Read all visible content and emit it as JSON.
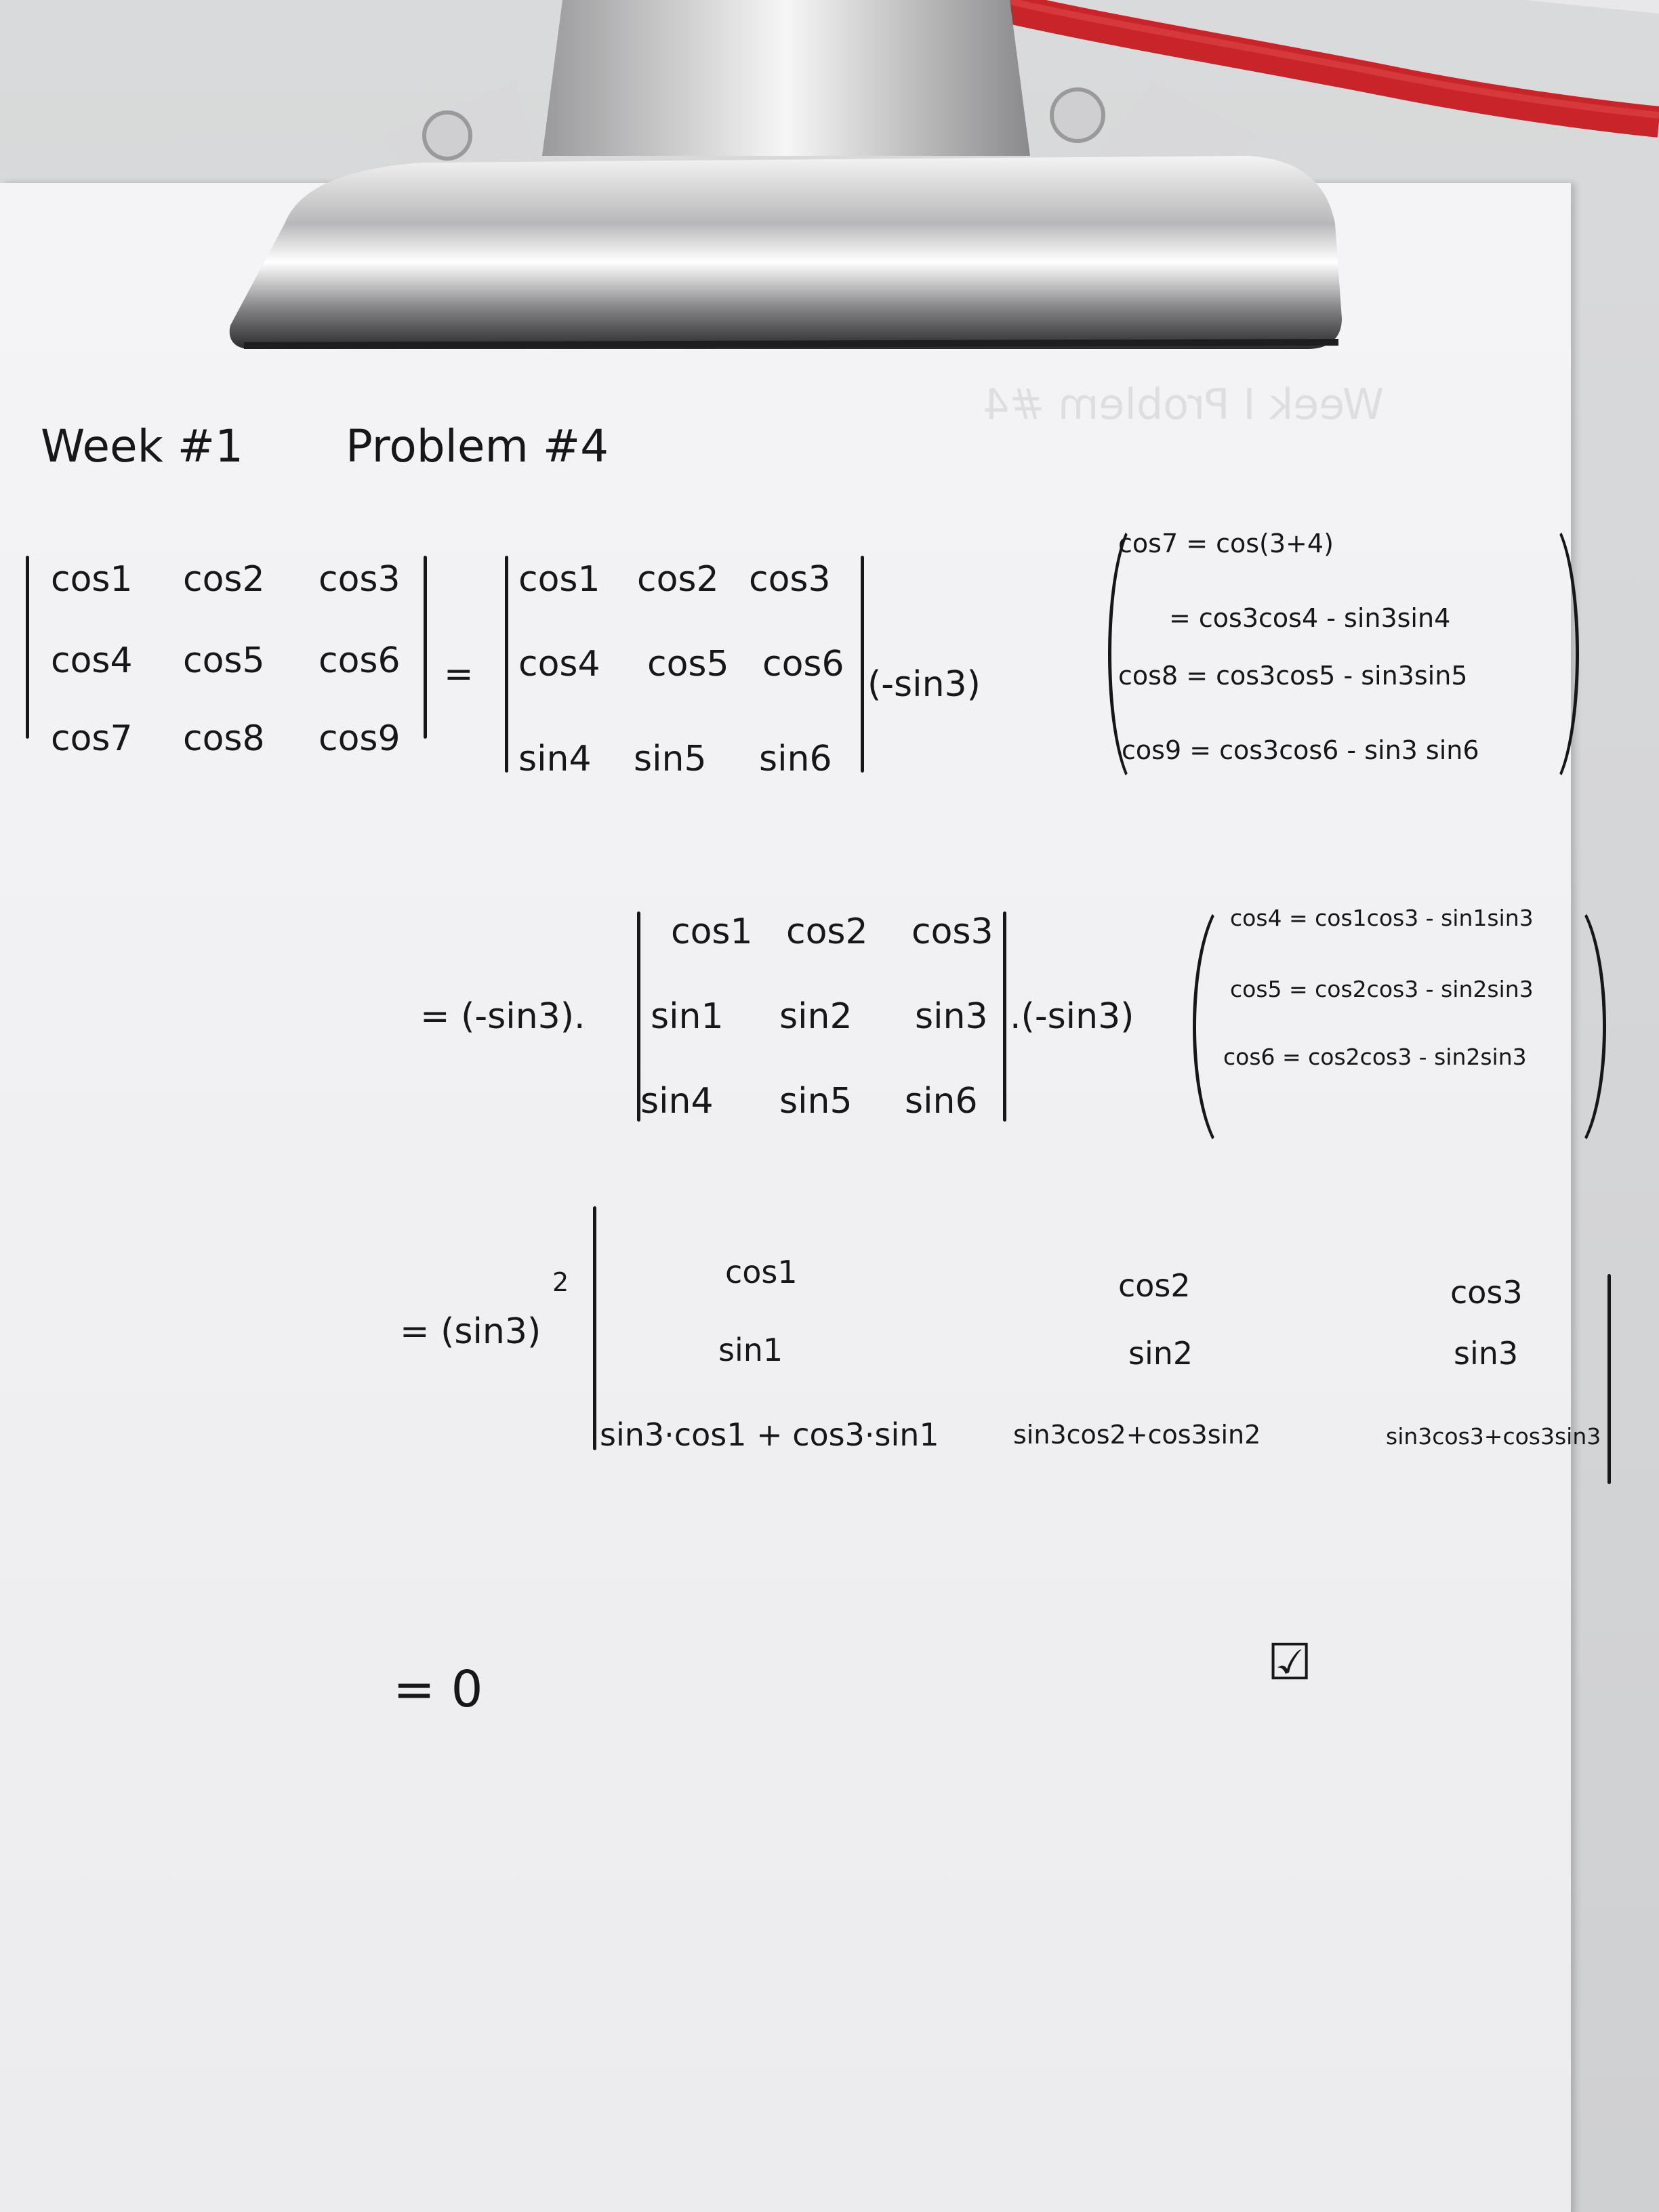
{
  "header": {
    "week": "Week #1",
    "problem": "Problem #4"
  },
  "step1": {
    "lhs": [
      [
        "cos1",
        "cos2",
        "cos3"
      ],
      [
        "cos4",
        "cos5",
        "cos6"
      ],
      [
        "cos7",
        "cos8",
        "cos9"
      ]
    ],
    "eq": "=",
    "rhs": [
      [
        "cos1",
        "cos2",
        "cos3"
      ],
      [
        "cos4",
        "cos5",
        "cos6"
      ],
      [
        "sin4",
        "sin5",
        "sin6"
      ]
    ],
    "factor": "(-sin3)",
    "notes": [
      "cos7 = cos(3+4)",
      "= cos3cos4 - sin3sin4",
      "cos8 = cos3cos5 - sin3sin5",
      "cos9 = cos3cos6 - sin3 sin6"
    ]
  },
  "step2": {
    "prefix": "= (-sin3).",
    "matrix": [
      [
        "cos1",
        "cos2",
        "cos3"
      ],
      [
        "sin1",
        "sin2",
        "sin3"
      ],
      [
        "sin4",
        "sin5",
        "sin6"
      ]
    ],
    "factor": ".(-sin3)",
    "notes": [
      "cos4 = cos1cos3 - sin1sin3",
      "cos5 = cos2cos3 - sin2sin3",
      "cos6 = cos2cos3 - sin2sin3"
    ]
  },
  "step3": {
    "prefix": "= (sin3)",
    "exponent": "2",
    "matrix": [
      [
        "cos1",
        "cos2",
        "cos3"
      ],
      [
        "sin1",
        "sin2",
        "sin3"
      ],
      [
        "sin3·cos1 + cos3·sin1",
        "sin3cos2+cos3sin2",
        "sin3cos3+cos3sin3"
      ]
    ]
  },
  "result": "= 0",
  "end_mark": "☑"
}
